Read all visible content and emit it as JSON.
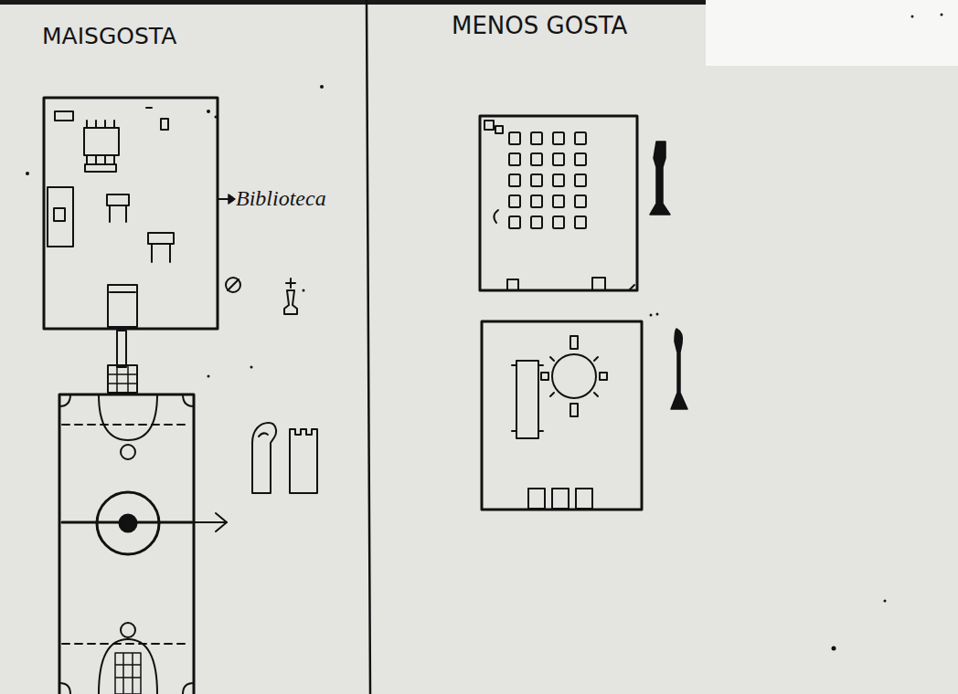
{
  "diagram": {
    "labels": [
      "MAISGOSTA",
      "MENOS GOSTA",
      "Biblioteca"
    ]
  }
}
